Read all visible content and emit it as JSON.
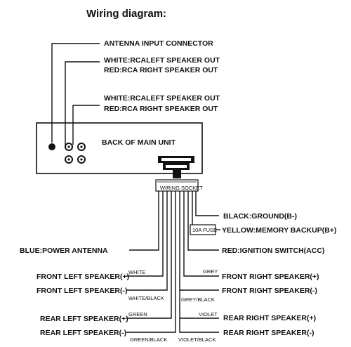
{
  "title": "Wiring diagram:",
  "labels": {
    "antenna": "ANTENNA INPUT CONNECTOR",
    "rca1_left": "WHITE:RCALEFT SPEAKER OUT",
    "rca1_right": "RED:RCA RIGHT SPEAKER OUT",
    "rca2_left": "WHITE:RCALEFT SPEAKER OUT",
    "rca2_right": "RED:RCA RIGHT SPEAKER OUT",
    "main_unit": "BACK OF MAIN UNIT",
    "socket": "WIRING SOCKET",
    "black": "BLACK:GROUND(B-)",
    "fuse": "10A FUSE",
    "yellow": "YELLOW:MEMORY BACKUP(B+)",
    "blue": "BLUE:POWER ANTENNA",
    "red": "RED:IGNITION SWITCH(ACC)",
    "front_left_pos": "FRONT LEFT SPEAKER(+)",
    "front_left_neg": "FRONT LEFT SPEAKER(-)",
    "rear_left_pos": "REAR LEFT SPEAKER(+)",
    "rear_left_neg": "REAR LEFT SPEAKER(-)",
    "front_right_pos": "FRONT RIGHT SPEAKER(+)",
    "front_right_neg": "FRONT RIGHT SPEAKER(-)",
    "rear_right_pos": "REAR RIGHT SPEAKER(+)",
    "rear_right_neg": "REAR RIGHT SPEAKER(-)"
  },
  "wire_colors": {
    "white": "WHITE",
    "white_black": "WHITE/BLACK",
    "green": "GREEN",
    "green_black": "GREEN/BLACK",
    "grey": "GREY",
    "grey_black": "GREY/BLACK",
    "violet": "VIOLET",
    "violet_black": "VIOLET/BLACK"
  }
}
